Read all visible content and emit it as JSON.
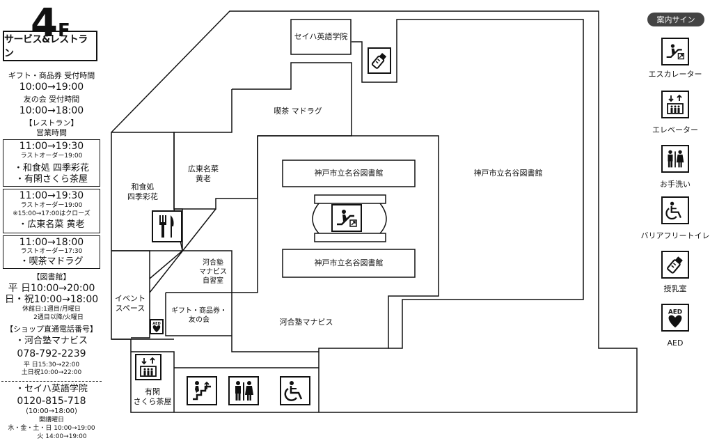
{
  "floor": {
    "number": "4",
    "suffix": "F",
    "subtitle": "サービス&レストラン"
  },
  "info": {
    "gift_hours_label": "ギフト・商品券 受付時間",
    "gift_hours": "10:00→19:00",
    "tomo_label": "友の会 受付時間",
    "tomo_hours": "10:00→18:00",
    "restaurant_header": "【レストラン】",
    "restaurant_hours_label": "営業時間",
    "r1_hours": "11:00→19:30",
    "r1_lastorder": "ラストオーダー19:00",
    "r1_shop1": "・和食処 四季彩花",
    "r1_shop2": "・有閑さくら茶屋",
    "r2_hours": "11:00→19:30",
    "r2_lastorder": "ラストオーダー19:00",
    "r2_note": "※15:00→17:00はクローズ",
    "r2_shop": "・広東名菜 黄老",
    "r3_hours": "11:00→18:00",
    "r3_lastorder": "ラストオーダー17:30",
    "r3_shop": "・喫茶マドラグ",
    "library_header": "【図書館】",
    "library_weekday": "平 日10:00→20:00",
    "library_holiday": "日・祝10:00→18:00",
    "library_closed1": "休館日:1週目/月曜日",
    "library_closed2": "2週目以降/火曜日",
    "phone_header": "【ショップ直通電話番号】",
    "kawai_name": "・河合塾マナビス",
    "kawai_phone": "078-792-2239",
    "kawai_weekday": "平 日15:30→22:00",
    "kawai_holiday": "土日祝10:00→22:00",
    "seiha_name": "・セイハ英語学院",
    "seiha_phone": "0120-815-718",
    "seiha_hours": "(10:00→18:00)",
    "seiha_days_label": "開講曜日",
    "seiha_days1": "水・金・土・日 10:00→19:00",
    "seiha_days2": "火 14:00→19:00"
  },
  "rooms": {
    "seiha": "セイハ英語学院",
    "kissa": "喫茶 マドラグ",
    "library_top": "神戸市立名谷図書館",
    "library_bottom": "神戸市立名谷図書館",
    "library_right": "神戸市立名谷図書館",
    "kanton_1": "広東名菜",
    "kanton_2": "黄老",
    "washoku_1": "和食処",
    "washoku_2": "四季彩花",
    "jishu_1": "河合塾",
    "jishu_2": "マナビス",
    "jishu_3": "自習室",
    "gift_1": "ギフト・商品券・",
    "gift_2": "友の会",
    "event_1": "イベント",
    "event_2": "スペース",
    "kawai_manabis": "河合塾マナビス",
    "sakura_1": "有閑",
    "sakura_2": "さくら茶屋"
  },
  "signs": {
    "header": "案内サイン",
    "items": [
      {
        "icon": "escalator-icon",
        "label": "エスカレーター"
      },
      {
        "icon": "elevator-icon",
        "label": "エレベーター"
      },
      {
        "icon": "restroom-icon",
        "label": "お手洗い"
      },
      {
        "icon": "wheelchair-icon",
        "label": "バリアフリートイレ"
      },
      {
        "icon": "baby-bottle-icon",
        "label": "授乳室"
      },
      {
        "icon": "aed-icon",
        "label": "AED"
      }
    ],
    "aed_text": "AED"
  }
}
